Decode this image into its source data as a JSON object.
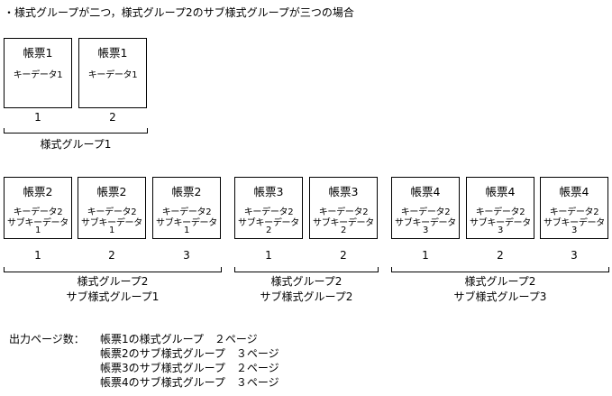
{
  "title": "・様式グループが二つ，様式グループ2のサブ様式グループが三つの場合",
  "group1": {
    "boxes": [
      {
        "form": "帳票1",
        "key": "キーデータ1",
        "page": "1"
      },
      {
        "form": "帳票1",
        "key": "キーデータ1",
        "page": "2"
      }
    ],
    "label": "様式グループ1"
  },
  "group2": [
    {
      "boxes": [
        {
          "form": "帳票2",
          "key": "キーデータ2",
          "subkey": "サブキーデータ",
          "subnum": "1",
          "page": "1"
        },
        {
          "form": "帳票2",
          "key": "キーデータ2",
          "subkey": "サブキーデータ",
          "subnum": "1",
          "page": "2"
        },
        {
          "form": "帳票2",
          "key": "キーデータ2",
          "subkey": "サブキーデータ",
          "subnum": "1",
          "page": "3"
        }
      ],
      "label1": "様式グループ2",
      "label2": "サブ様式グループ1"
    },
    {
      "boxes": [
        {
          "form": "帳票3",
          "key": "キーデータ2",
          "subkey": "サブキーデータ",
          "subnum": "2",
          "page": "1"
        },
        {
          "form": "帳票3",
          "key": "キーデータ2",
          "subkey": "サブキーデータ",
          "subnum": "2",
          "page": "2"
        }
      ],
      "label1": "様式グループ2",
      "label2": "サブ様式グループ2"
    },
    {
      "boxes": [
        {
          "form": "帳票4",
          "key": "キーデータ2",
          "subkey": "サブキーデータ",
          "subnum": "3",
          "page": "1"
        },
        {
          "form": "帳票4",
          "key": "キーデータ2",
          "subkey": "サブキーデータ",
          "subnum": "3",
          "page": "2"
        },
        {
          "form": "帳票4",
          "key": "キーデータ2",
          "subkey": "サブキーデータ",
          "subnum": "3",
          "page": "3"
        }
      ],
      "label1": "様式グループ2",
      "label2": "サブ様式グループ3"
    }
  ],
  "summary": {
    "lead": "出力ページ数：",
    "lines": [
      "帳票1の様式グループ　２ページ",
      "帳票2のサブ様式グループ　３ページ",
      "帳票3のサブ様式グループ　２ページ",
      "帳票4のサブ様式グループ　３ページ"
    ]
  }
}
